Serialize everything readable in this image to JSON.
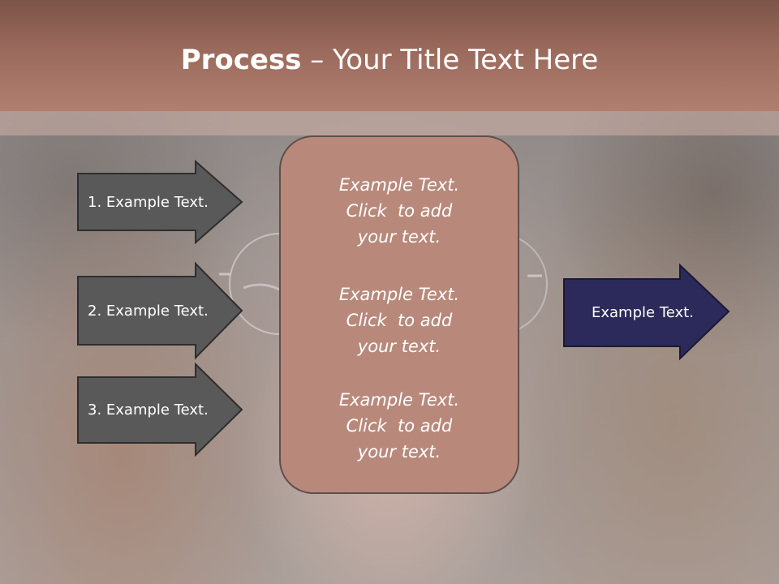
{
  "title": {
    "bold": "Process",
    "rest": " – Your Title Text Here"
  },
  "colors": {
    "header": "#9a6a5c",
    "input_arrow_fill": "#595959",
    "input_arrow_stroke": "#2e2e2e",
    "output_arrow_fill": "#2b2a5a",
    "center_box_fill": "#b8897b",
    "text": "#ffffff"
  },
  "inputs": [
    {
      "label": "1. Example Text."
    },
    {
      "label": "2. Example Text."
    },
    {
      "label": "3. Example Text."
    }
  ],
  "center": {
    "items": [
      {
        "line1": "Example Text.",
        "line2": "Click  to add",
        "line3": "your text."
      },
      {
        "line1": "Example Text.",
        "line2": "Click  to add",
        "line3": "your text."
      },
      {
        "line1": "Example Text.",
        "line2": "Click  to add",
        "line3": "your text."
      }
    ]
  },
  "output": {
    "label": "Example Text."
  }
}
